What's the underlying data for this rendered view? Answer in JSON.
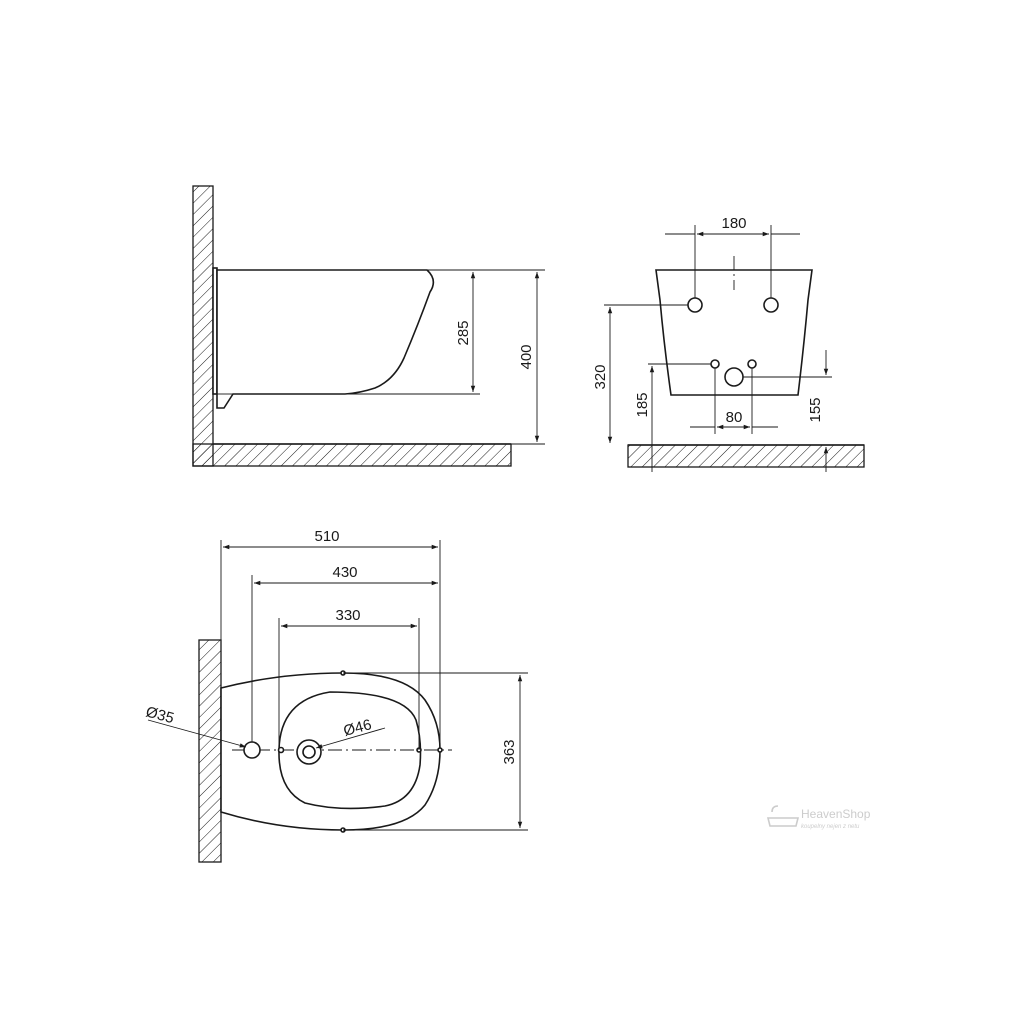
{
  "side_view": {
    "dim_height_bowl": "285",
    "dim_height_total": "400"
  },
  "front_view": {
    "dim_bolt_spacing": "180",
    "dim_supply_spacing": "80",
    "dim_bolt_height": "320",
    "dim_supply_height": "185",
    "dim_drain_height": "155"
  },
  "top_view": {
    "dim_length_total": "510",
    "dim_length_mid": "430",
    "dim_length_inner": "330",
    "dim_width": "363",
    "dim_hole_drain": "Ø35",
    "dim_hole_tap": "Ø46"
  },
  "watermark": {
    "brand": "HeavenShop",
    "tagline": "koupelny nejen z netu",
    "color": "#c4c4c4"
  }
}
